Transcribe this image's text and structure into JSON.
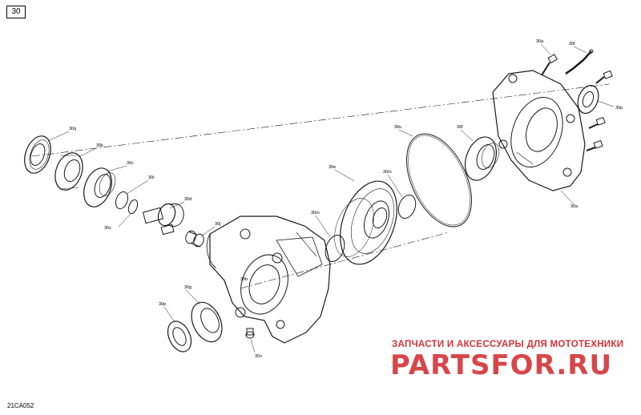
{
  "page_number": "30",
  "drawing_code": "21CA052",
  "watermark": {
    "caption": "ЗАПЧАСТИ И АКСЕССУАРЫ ДЛЯ МОТОТЕХНИКИ",
    "logo": "PARTSFOR.RU"
  },
  "callouts": {
    "c30a_top": "30a",
    "c30a_bottom": "30a",
    "c30b": "30b",
    "c30c": "30c",
    "c30d": "30d",
    "c30e": "30e",
    "c30f": "30f",
    "c30g": "30g",
    "c30j": "30j",
    "c30k": "30k",
    "c30m_mid": "30m",
    "c30m_left": "30m",
    "c30p_left": "30p",
    "c30p_right": "30p",
    "c30q": "30q",
    "c30r": "30r",
    "c30s": "30s",
    "c30t": "30t",
    "c30u": "30u",
    "c30v": "30v"
  }
}
